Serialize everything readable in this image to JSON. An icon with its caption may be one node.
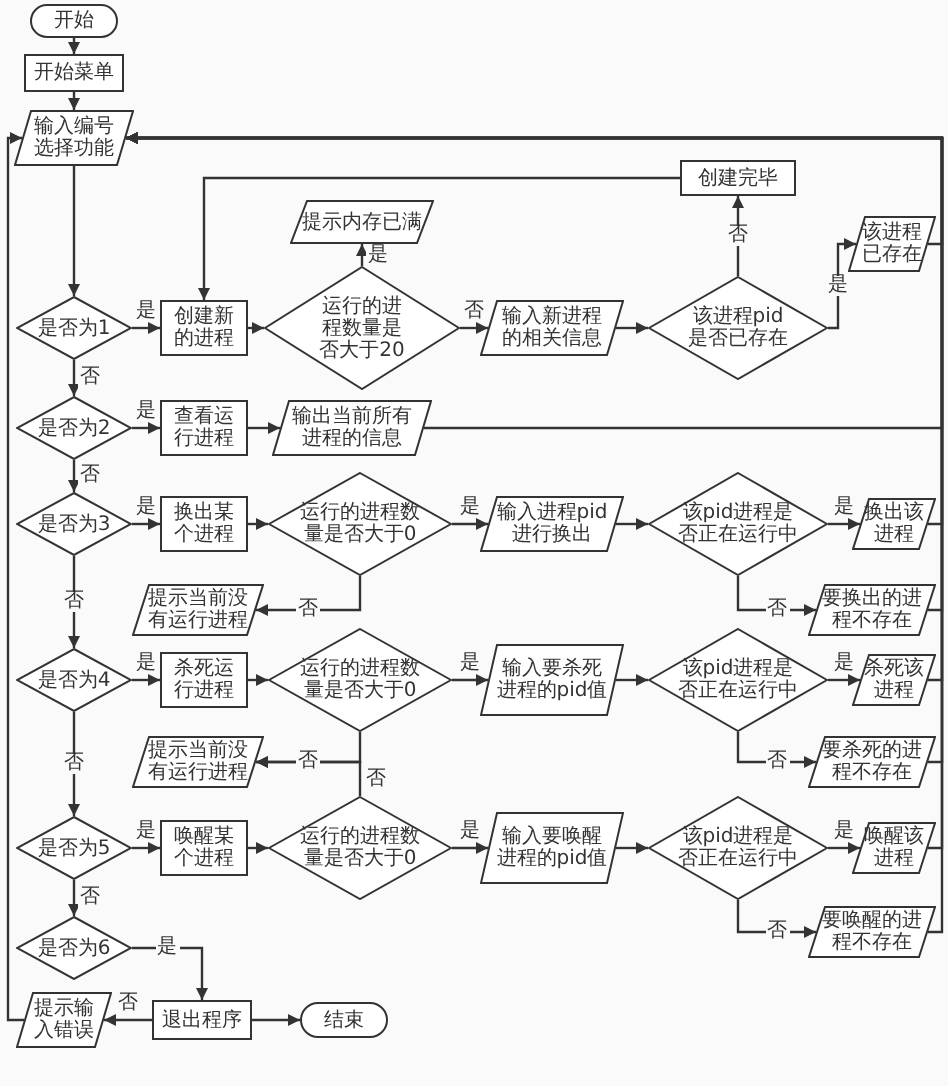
{
  "diagram": {
    "nodes": [
      {
        "text": [
          "开始"
        ]
      },
      {
        "text": [
          "开始菜单"
        ]
      },
      {
        "text": [
          "输入编号选择功能"
        ]
      },
      {
        "text": [
          "是否为1"
        ]
      },
      {
        "text": [
          "创建新的进程"
        ]
      },
      {
        "text": [
          "运行的进程数量是否大于20"
        ]
      },
      {
        "text": [
          "提示内存已满"
        ]
      },
      {
        "text": [
          "输入新进程的相关信息"
        ]
      },
      {
        "text": [
          "该进程pid是否已存在"
        ]
      },
      {
        "text": [
          "创建完毕"
        ]
      },
      {
        "text": [
          "该进程已存在"
        ]
      },
      {
        "text": [
          "是否为2"
        ]
      },
      {
        "text": [
          "查看运行进程"
        ]
      },
      {
        "text": [
          "输出当前所有进程的信息"
        ]
      },
      {
        "text": [
          "是否为3"
        ]
      },
      {
        "text": [
          "换出某个进程"
        ]
      },
      {
        "text": [
          "运行的进程数量是否大于0"
        ]
      },
      {
        "text": [
          "提示当前没有运行进程"
        ]
      },
      {
        "text": [
          "输入进程pid进行换出"
        ]
      },
      {
        "text": [
          "该pid进程是否正在运行中"
        ]
      },
      {
        "text": [
          "换出该进程"
        ]
      },
      {
        "text": [
          "要换出的进程不存在"
        ]
      },
      {
        "text": [
          "是否为4"
        ]
      },
      {
        "text": [
          "杀死运行进程"
        ]
      },
      {
        "text": [
          "运行的进程数量是否大于0"
        ]
      },
      {
        "text": [
          "提示当前没有运行进程"
        ]
      },
      {
        "text": [
          "输入要杀死进程的pid值"
        ]
      },
      {
        "text": [
          "该pid进程是否正在运行中"
        ]
      },
      {
        "text": [
          "杀死该进程"
        ]
      },
      {
        "text": [
          "要杀死的进程不存在"
        ]
      },
      {
        "text": [
          "是否为5"
        ]
      },
      {
        "text": [
          "唤醒某个进程"
        ]
      },
      {
        "text": [
          "运行的进程数量是否大于0"
        ]
      },
      {
        "text": [
          "输入要唤醒进程的pid值"
        ]
      },
      {
        "text": [
          "该pid进程是否正在运行中"
        ]
      },
      {
        "text": [
          "唤醒该进程"
        ]
      },
      {
        "text": [
          "要唤醒的进程不存在"
        ]
      },
      {
        "text": [
          "是否为6"
        ]
      },
      {
        "text": [
          "退出程序"
        ]
      },
      {
        "text": [
          "提示输入错误"
        ]
      },
      {
        "text": [
          "结束"
        ]
      }
    ],
    "edges": [
      {
        "from": 0,
        "to": 1,
        "arrow": "to"
      },
      {
        "from": 1,
        "to": 2,
        "arrow": "to"
      },
      {
        "from": 2,
        "to": 3,
        "arrow": "to"
      },
      {
        "from": 3,
        "to": 4,
        "label": "是",
        "arrow": "to"
      },
      {
        "from": 3,
        "to": 11,
        "label": "否",
        "arrow": "to"
      },
      {
        "from": 4,
        "to": 5,
        "arrow": "to"
      },
      {
        "from": 5,
        "to": 6,
        "label": "是",
        "arrow": "to"
      },
      {
        "from": 5,
        "to": 7,
        "label": "否",
        "arrow": "to"
      },
      {
        "from": 7,
        "to": 8,
        "arrow": "to"
      },
      {
        "from": 8,
        "to": 9,
        "label": "否",
        "arrow": "to"
      },
      {
        "from": 8,
        "to": 10,
        "label": "是",
        "arrow": "to"
      },
      {
        "from": 9,
        "to": 4,
        "arrow": "to"
      },
      {
        "from": 10,
        "to": 2,
        "arrow": "to"
      },
      {
        "from": 11,
        "to": 12,
        "label": "是",
        "arrow": "to"
      },
      {
        "from": 11,
        "to": 14,
        "label": "否",
        "arrow": "to"
      },
      {
        "from": 12,
        "to": 13,
        "arrow": "to"
      },
      {
        "from": 13,
        "to": 2,
        "arrow": "to"
      },
      {
        "from": 14,
        "to": 15,
        "label": "是",
        "arrow": "to"
      },
      {
        "from": 14,
        "to": 22,
        "label": "否",
        "arrow": "to"
      },
      {
        "from": 15,
        "to": 16,
        "arrow": "to"
      },
      {
        "from": 16,
        "to": 18,
        "label": "是",
        "arrow": "to"
      },
      {
        "from": 16,
        "to": 17,
        "label": "否",
        "arrow": "to"
      },
      {
        "from": 18,
        "to": 19,
        "arrow": "to"
      },
      {
        "from": 19,
        "to": 20,
        "label": "是",
        "arrow": "to"
      },
      {
        "from": 19,
        "to": 21,
        "label": "否",
        "arrow": "to"
      },
      {
        "from": 20,
        "to": 2,
        "arrow": "to"
      },
      {
        "from": 21,
        "to": 2,
        "arrow": "to"
      },
      {
        "from": 22,
        "to": 23,
        "label": "是",
        "arrow": "to"
      },
      {
        "from": 22,
        "to": 30,
        "label": "否",
        "arrow": "to"
      },
      {
        "from": 23,
        "to": 24,
        "arrow": "to"
      },
      {
        "from": 24,
        "to": 26,
        "label": "是",
        "arrow": "to"
      },
      {
        "from": 24,
        "to": 25,
        "label": "否",
        "arrow": "to"
      },
      {
        "from": 26,
        "to": 27,
        "arrow": "to"
      },
      {
        "from": 27,
        "to": 28,
        "label": "是",
        "arrow": "to"
      },
      {
        "from": 27,
        "to": 29,
        "label": "否",
        "arrow": "to"
      },
      {
        "from": 28,
        "to": 2,
        "arrow": "to"
      },
      {
        "from": 29,
        "to": 2,
        "arrow": "to"
      },
      {
        "from": 30,
        "to": 31,
        "label": "是",
        "arrow": "to"
      },
      {
        "from": 30,
        "to": 37,
        "label": "否",
        "arrow": "to"
      },
      {
        "from": 31,
        "to": 32,
        "arrow": "to"
      },
      {
        "from": 32,
        "to": 33,
        "label": "是",
        "arrow": "to"
      },
      {
        "from": 32,
        "to": 25,
        "label": "否",
        "arrow": "to"
      },
      {
        "from": 33,
        "to": 34,
        "arrow": "to"
      },
      {
        "from": 34,
        "to": 35,
        "label": "是",
        "arrow": "to"
      },
      {
        "from": 34,
        "to": 36,
        "label": "否",
        "arrow": "to"
      },
      {
        "from": 35,
        "to": 2,
        "arrow": "to"
      },
      {
        "from": 36,
        "to": 2,
        "arrow": "to"
      },
      {
        "from": 37,
        "to": 38,
        "label": "是",
        "arrow": "to"
      },
      {
        "from": 38,
        "to": 39,
        "label": "否",
        "arrow": "to"
      },
      {
        "from": 39,
        "to": 2,
        "arrow": "to"
      },
      {
        "from": 38,
        "to": 40,
        "arrow": "to"
      }
    ]
  }
}
